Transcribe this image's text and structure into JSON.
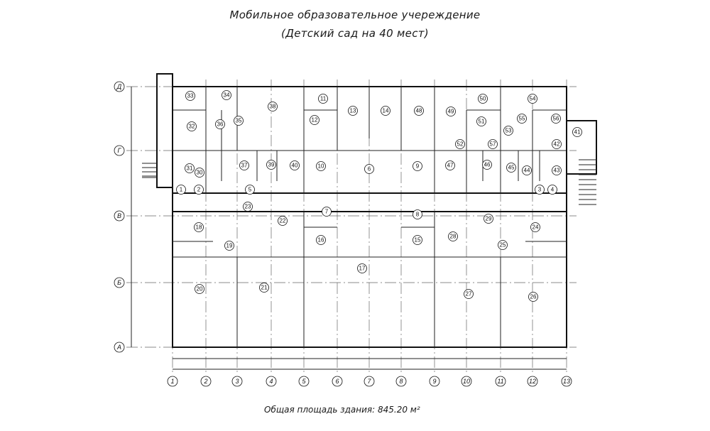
{
  "title_line1": "Мобильное образовательное учереждение",
  "title_line2": "(Детский сад на 40 мест)",
  "area_text": "Общая площадь здания: 845.20 м²",
  "axes_vertical": [
    "1",
    "2",
    "3",
    "4",
    "5",
    "6",
    "7",
    "8",
    "9",
    "10",
    "11",
    "12",
    "13"
  ],
  "axes_horizontal": [
    "Д",
    "Г",
    "В",
    "Б",
    "А"
  ],
  "rooms": [
    "1",
    "2",
    "3",
    "4",
    "5",
    "6",
    "7",
    "8",
    "9",
    "10",
    "11",
    "12",
    "13",
    "14",
    "15",
    "16",
    "17",
    "18",
    "19",
    "20",
    "21",
    "22",
    "23",
    "24",
    "25",
    "26",
    "27",
    "28",
    "29",
    "30",
    "31",
    "32",
    "33",
    "34",
    "35",
    "36",
    "37",
    "38",
    "39",
    "40",
    "41",
    "42",
    "43",
    "44",
    "45",
    "46",
    "47",
    "48",
    "49",
    "50",
    "51",
    "52",
    "53",
    "54",
    "55",
    "56",
    "57"
  ]
}
